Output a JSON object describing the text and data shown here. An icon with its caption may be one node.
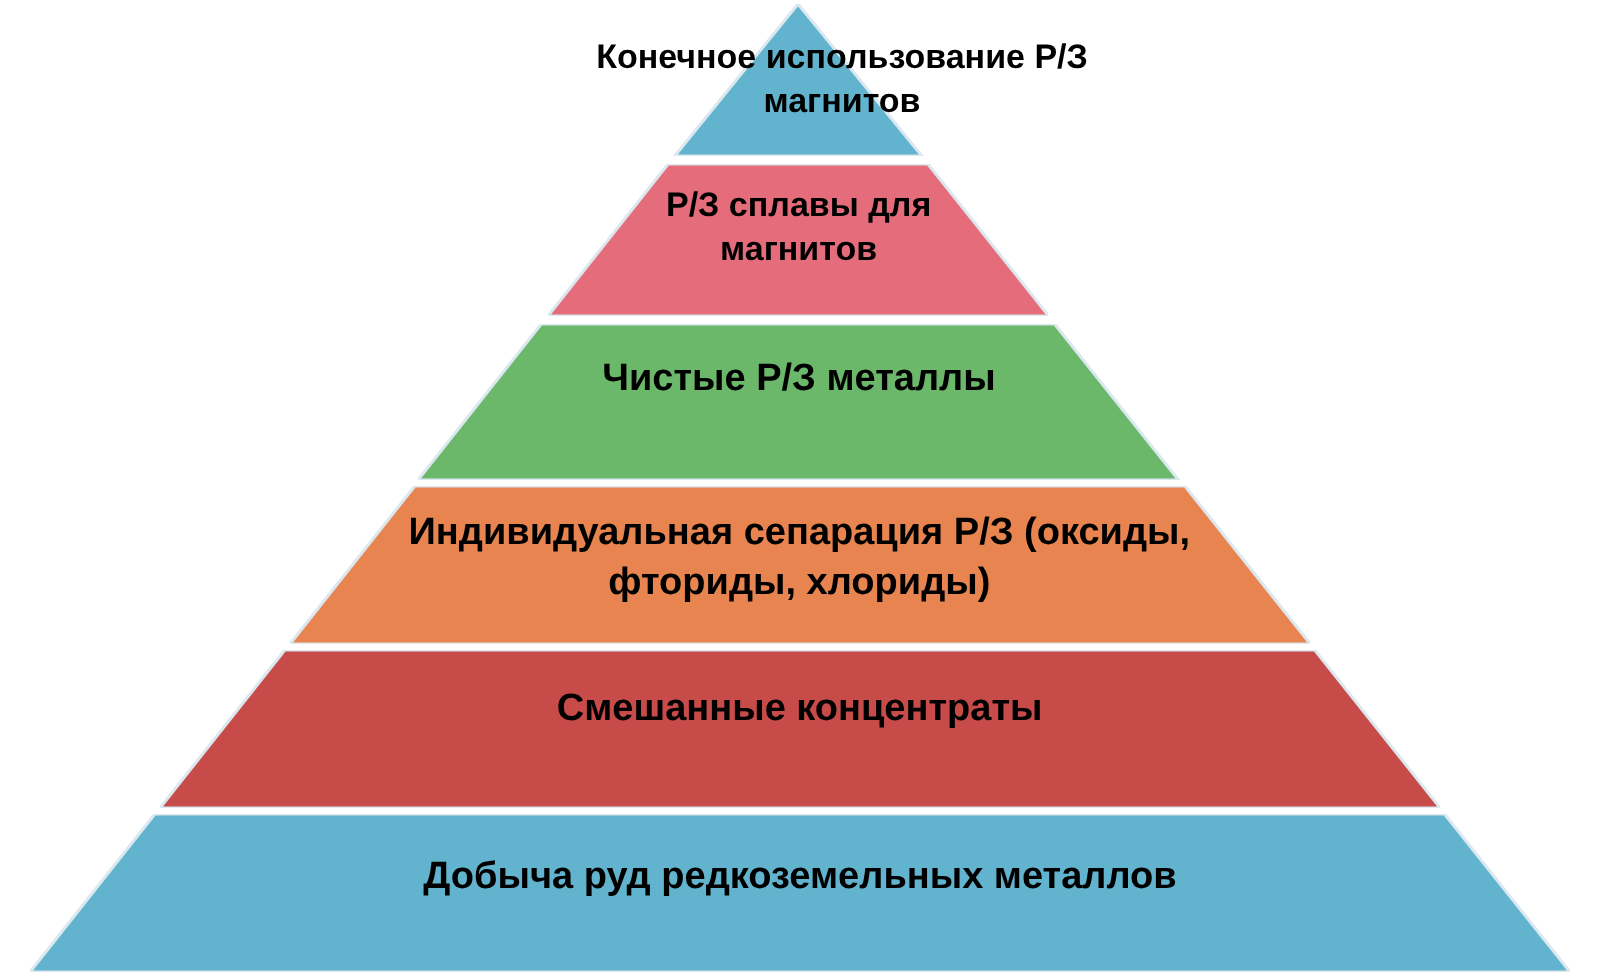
{
  "diagram": {
    "nodes": [
      {
        "text": [
          "Конечное использование Р/З магнитов"
        ]
      },
      {
        "text": [
          "Р/З сплавы для магнитов"
        ]
      },
      {
        "text": [
          "Чистые Р/З металлы"
        ]
      },
      {
        "text": [
          "Индивидуальная сепарация Р/З (оксиды, фториды, хлориды)"
        ]
      },
      {
        "text": [
          "Смешанные концентраты"
        ]
      },
      {
        "text": [
          "Добыча руд редкоземельных металлов"
        ]
      }
    ]
  }
}
